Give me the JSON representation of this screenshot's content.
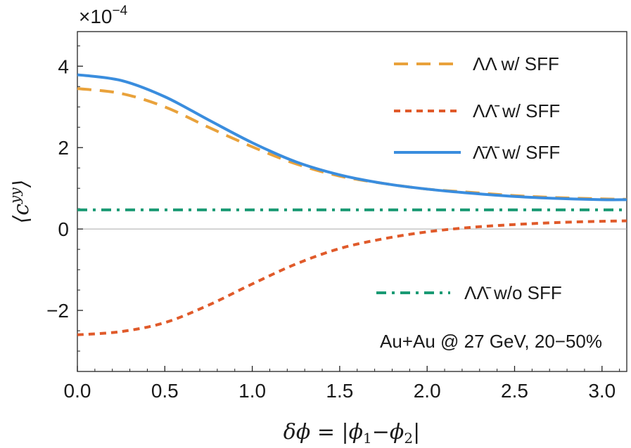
{
  "chart_data": {
    "type": "line",
    "xlabel": "δϕ = |ϕ1−ϕ2|",
    "ylabel": "⟨c^yy⟩",
    "y_multiplier": "×10^−4",
    "xlim": [
      0,
      3.1416
    ],
    "ylim": [
      -3.5,
      4.85
    ],
    "x_ticks": [
      "0.0",
      "0.5",
      "1.0",
      "1.5",
      "2.0",
      "2.5",
      "3.0"
    ],
    "x_tick_values": [
      0,
      0.5,
      1.0,
      1.5,
      2.0,
      2.5,
      3.0
    ],
    "y_ticks": [
      "−2",
      "0",
      "2",
      "4"
    ],
    "y_tick_values": [
      -2,
      0,
      2,
      4
    ],
    "annotation": "Au+Au @ 27 GeV, 20−50%",
    "legend_placement": "right",
    "grid": false,
    "series": [
      {
        "name": "ΛΛ w/ SFF",
        "color": "#E9A23B",
        "style": "dashed",
        "x": [
          0,
          0.25,
          0.5,
          0.75,
          1.0,
          1.25,
          1.5,
          1.75,
          2.0,
          2.25,
          2.5,
          2.75,
          3.0,
          3.1416
        ],
        "values": [
          3.45,
          3.33,
          3.0,
          2.5,
          2.02,
          1.6,
          1.3,
          1.12,
          0.98,
          0.9,
          0.82,
          0.77,
          0.74,
          0.73
        ]
      },
      {
        "name": "ΛΛ̄ w/ SFF",
        "color": "#E05A2A",
        "style": "dotted",
        "x": [
          0,
          0.25,
          0.5,
          0.75,
          1.0,
          1.25,
          1.5,
          1.75,
          2.0,
          2.25,
          2.5,
          2.75,
          3.0,
          3.1416
        ],
        "values": [
          -2.6,
          -2.52,
          -2.3,
          -1.87,
          -1.35,
          -0.86,
          -0.48,
          -0.24,
          -0.07,
          0.04,
          0.11,
          0.16,
          0.19,
          0.2
        ]
      },
      {
        "name": "Λ̄Λ̄ w/ SFF",
        "color": "#3A8DDE",
        "style": "solid",
        "x": [
          0,
          0.25,
          0.5,
          0.75,
          1.0,
          1.25,
          1.5,
          1.75,
          2.0,
          2.25,
          2.5,
          2.75,
          3.0,
          3.1416
        ],
        "values": [
          3.79,
          3.65,
          3.25,
          2.68,
          2.12,
          1.65,
          1.33,
          1.12,
          0.98,
          0.88,
          0.8,
          0.75,
          0.72,
          0.72
        ]
      },
      {
        "name": "ΛΛ̄ w/o SFF",
        "color": "#1A9A74",
        "style": "dashdot",
        "x": [
          0,
          3.1416
        ],
        "values": [
          0.47,
          0.47
        ]
      }
    ]
  }
}
